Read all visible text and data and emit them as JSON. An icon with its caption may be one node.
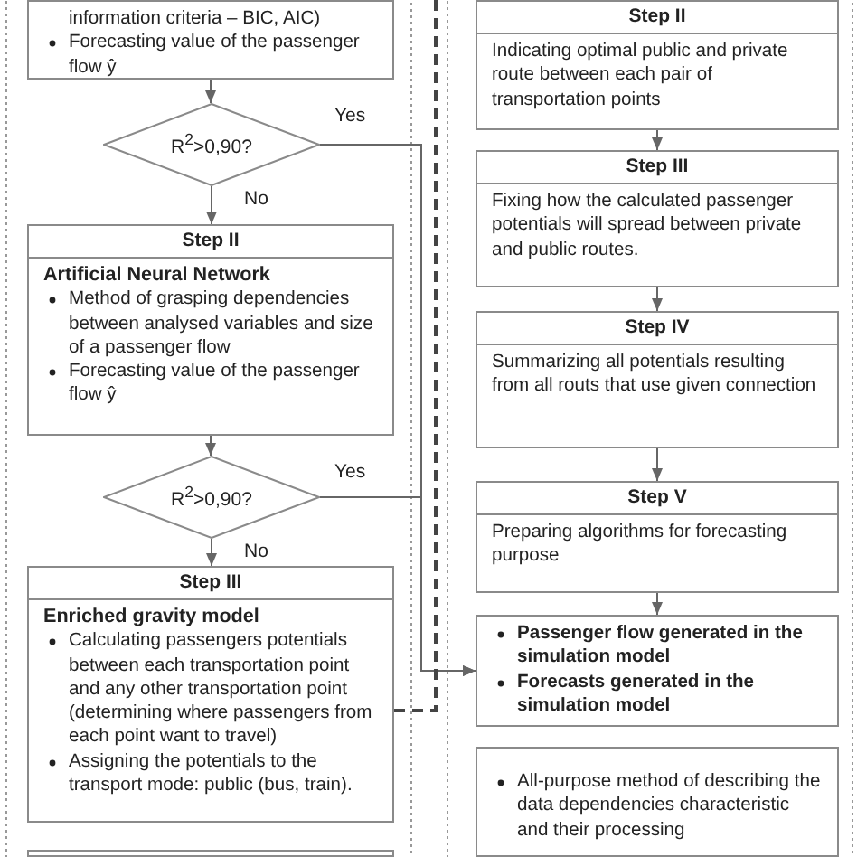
{
  "diagram": {
    "nodes": [
      {
        "text": [
          "information criteria – BIC, AIC)",
          "Forecasting value of the passenger flow ŷ"
        ]
      },
      {
        "text": [
          "R$^{2}$>0,90?"
        ]
      },
      {
        "text": [
          "Step II",
          "Artificial Neural Network",
          "Method of grasping dependencies between analysed variables and size of a passenger flow",
          "Forecasting value of the passenger flow ŷ"
        ]
      },
      {
        "text": [
          "R$^{2}$>0,90?"
        ]
      },
      {
        "text": [
          "Step III",
          "Enriched gravity model",
          "Calculating passengers potentials between each transportation point and any other transportation point (determining where passengers from each point want to travel)",
          "Assigning the potentials to the transport mode: public (bus, train)."
        ]
      },
      {
        "text": [],
        "shape": "box"
      },
      {
        "text": [
          "Step II",
          "Indicating optimal public and private route between each pair of transportation points"
        ]
      },
      {
        "text": [
          "Step III",
          "Fixing how the calculated passenger potentials will spread between private and public routes."
        ]
      },
      {
        "text": [
          "Step IV",
          "Summarizing all potentials resulting from all routs that use given connection"
        ]
      },
      {
        "text": [
          "Step V",
          "Preparing algorithms for forecasting purpose"
        ]
      },
      {
        "text": [
          "Passenger flow generated in the simulation model",
          "Forecasts generated in the simulation model"
        ]
      },
      {
        "text": [
          "All-purpose method of describing the data dependencies characteristic and their processing"
        ]
      }
    ],
    "edges": [
      {
        "from": 0,
        "to": 1,
        "arrow": "to"
      },
      {
        "from": 1,
        "to": 2,
        "arrow": "to",
        "label": "No"
      },
      {
        "from": 2,
        "to": 3,
        "arrow": "to"
      },
      {
        "from": 3,
        "to": 4,
        "arrow": "to",
        "label": "No"
      },
      {
        "from": 1,
        "to": 10,
        "arrow": "to",
        "label": "Yes"
      },
      {
        "from": 3,
        "to": 10,
        "arrow": "to",
        "label": "Yes"
      },
      {
        "from": 6,
        "to": 7,
        "arrow": "to"
      },
      {
        "from": 7,
        "to": 8,
        "arrow": "to"
      },
      {
        "from": 8,
        "to": 9,
        "arrow": "to"
      },
      {
        "from": 9,
        "to": 10,
        "arrow": "to"
      },
      {
        "from": 4,
        "to": null,
        "arrow": "none",
        "style": "dashed"
      }
    ]
  }
}
